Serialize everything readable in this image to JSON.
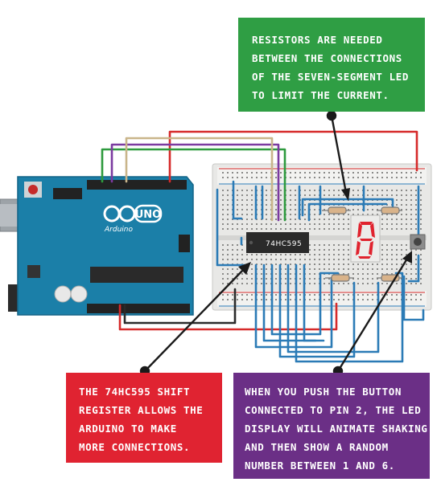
{
  "arduino": {
    "logo_text": "UNO",
    "brand_text": "Arduino"
  },
  "chip": {
    "label": "74HC595"
  },
  "seven_segment": {
    "digit": "8"
  },
  "callouts": {
    "resistors": {
      "lines": [
        "RESISTORS ARE NEEDED",
        "BETWEEN THE CONNECTIONS",
        "OF THE SEVEN-SEGMENT LED",
        "TO LIMIT THE CURRENT."
      ]
    },
    "shift_register": {
      "lines": [
        "THE 74HC595 SHIFT",
        "REGISTER ALLOWS THE",
        "ARDUINO TO MAKE",
        "MORE CONNECTIONS."
      ]
    },
    "button": {
      "lines": [
        "WHEN YOU PUSH THE BUTTON",
        "CONNECTED TO PIN 2, THE LED",
        "DISPLAY WILL ANIMATE SHAKING",
        "AND THEN SHOW A RANDOM",
        "NUMBER BETWEEN 1 AND 6."
      ]
    }
  },
  "colors": {
    "green_callout": "#2f9e44",
    "red_callout": "#e02331",
    "purple_callout": "#6b2f86",
    "board_blue": "#1b7fa8",
    "wire_red": "#d62a2a",
    "wire_blue": "#2b7bb6",
    "wire_green": "#2e9a3e",
    "wire_purple": "#7b3aa0",
    "wire_tan": "#c9b58a",
    "segment_red": "#e0232e"
  }
}
